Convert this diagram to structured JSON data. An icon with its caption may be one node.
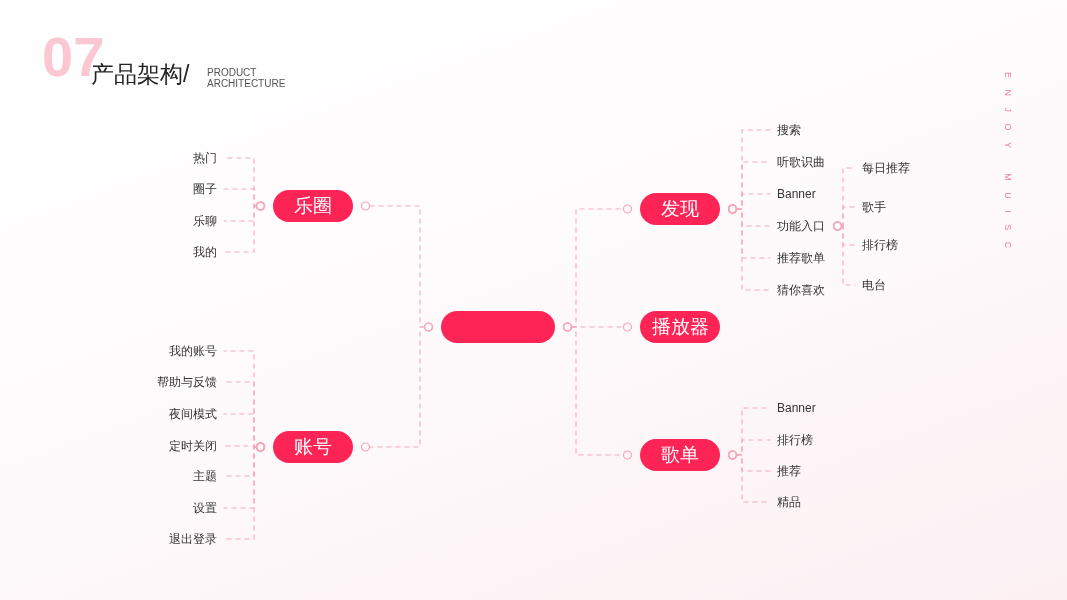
{
  "diagram": {
    "title": "产品架构/",
    "nodes": [
      {
        "text": [
          "热门"
        ]
      },
      {
        "text": [
          "圈子"
        ]
      },
      {
        "text": [
          "乐聊"
        ]
      },
      {
        "text": [
          "我的"
        ]
      },
      {
        "text": [
          "乐圈"
        ]
      },
      {
        "text": [
          "我的账号"
        ]
      },
      {
        "text": [
          "帮助与反馈"
        ]
      },
      {
        "text": [
          "夜间模式"
        ]
      },
      {
        "text": [
          "定时关闭"
        ]
      },
      {
        "text": [
          "主题"
        ]
      },
      {
        "text": [
          "设置"
        ]
      },
      {
        "text": [
          "退出登录"
        ]
      },
      {
        "text": [
          "账号"
        ]
      },
      {
        "text": [],
        "shape": "box"
      },
      {
        "text": [
          "发现"
        ]
      },
      {
        "text": [
          "播放器"
        ]
      },
      {
        "text": [
          "歌单"
        ]
      },
      {
        "text": [
          "搜索"
        ]
      },
      {
        "text": [
          "听歌识曲"
        ]
      },
      {
        "text": [
          "Banner"
        ]
      },
      {
        "text": [
          "功能入口"
        ]
      },
      {
        "text": [
          "推荐歌单"
        ]
      },
      {
        "text": [
          "猜你喜欢"
        ]
      },
      {
        "text": [
          "每日推荐"
        ]
      },
      {
        "text": [
          "歌手"
        ]
      },
      {
        "text": [
          "排行榜"
        ]
      },
      {
        "text": [
          "电台"
        ]
      },
      {
        "text": [
          "Banner"
        ]
      },
      {
        "text": [
          "排行榜"
        ]
      },
      {
        "text": [
          "推荐"
        ]
      },
      {
        "text": [
          "精品"
        ]
      }
    ],
    "edges": [
      {
        "from": 13,
        "to": 4,
        "arrow": "other",
        "style": "dashed"
      },
      {
        "from": 13,
        "to": 12,
        "arrow": "other",
        "style": "dashed"
      },
      {
        "from": 4,
        "to": 0,
        "arrow": "other",
        "style": "dashed"
      },
      {
        "from": 4,
        "to": 1,
        "arrow": "other",
        "style": "dashed"
      },
      {
        "from": 4,
        "to": 2,
        "arrow": "other",
        "style": "dashed"
      },
      {
        "from": 4,
        "to": 3,
        "arrow": "other",
        "style": "dashed"
      },
      {
        "from": 12,
        "to": 5,
        "arrow": "other",
        "style": "dashed"
      },
      {
        "from": 12,
        "to": 6,
        "arrow": "other",
        "style": "dashed"
      },
      {
        "from": 12,
        "to": 7,
        "arrow": "other",
        "style": "dashed"
      },
      {
        "from": 12,
        "to": 8,
        "arrow": "other",
        "style": "dashed"
      },
      {
        "from": 12,
        "to": 9,
        "arrow": "other",
        "style": "dashed"
      },
      {
        "from": 12,
        "to": 10,
        "arrow": "other",
        "style": "dashed"
      },
      {
        "from": 12,
        "to": 11,
        "arrow": "other",
        "style": "dashed"
      },
      {
        "from": 13,
        "to": 14,
        "arrow": "other",
        "style": "dashed"
      },
      {
        "from": 13,
        "to": 15,
        "arrow": "other",
        "style": "dashed"
      },
      {
        "from": 13,
        "to": 16,
        "arrow": "other",
        "style": "dashed"
      },
      {
        "from": 14,
        "to": 17,
        "arrow": "other",
        "style": "dashed"
      },
      {
        "from": 14,
        "to": 18,
        "arrow": "other",
        "style": "dashed"
      },
      {
        "from": 14,
        "to": 19,
        "arrow": "other",
        "style": "dashed"
      },
      {
        "from": 14,
        "to": 20,
        "arrow": "other",
        "style": "dashed"
      },
      {
        "from": 14,
        "to": 21,
        "arrow": "other",
        "style": "dashed"
      },
      {
        "from": 14,
        "to": 22,
        "arrow": "other",
        "style": "dashed"
      },
      {
        "from": 20,
        "to": 23,
        "arrow": "other",
        "style": "dashed"
      },
      {
        "from": 20,
        "to": 24,
        "arrow": "other",
        "style": "dashed"
      },
      {
        "from": 20,
        "to": 25,
        "arrow": "other",
        "style": "dashed"
      },
      {
        "from": 20,
        "to": 26,
        "arrow": "other",
        "style": "dashed"
      },
      {
        "from": 16,
        "to": 27,
        "arrow": "other",
        "style": "dashed"
      },
      {
        "from": 16,
        "to": 28,
        "arrow": "other",
        "style": "dashed"
      },
      {
        "from": 16,
        "to": 29,
        "arrow": "other",
        "style": "dashed"
      },
      {
        "from": 16,
        "to": 30,
        "arrow": "other",
        "style": "dashed"
      }
    ],
    "labels": [
      "07",
      "PRODUCT ARCHITECTURE",
      "ENJOY MUISC"
    ]
  }
}
